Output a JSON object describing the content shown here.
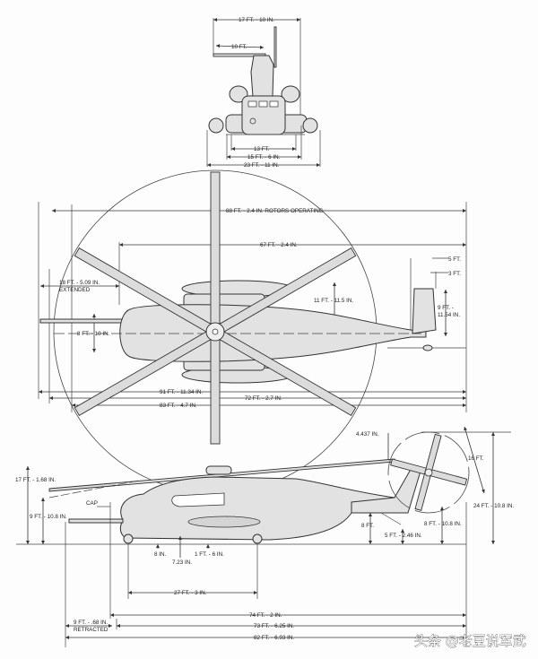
{
  "front_view": {
    "rotor_height": "17 FT. - 10 IN.",
    "mast_offset": "10 FT.",
    "track_inner": "13 FT.",
    "track_outer": "15 FT. - 6 IN.",
    "overall_width": "23 FT. - 11 IN."
  },
  "top_view": {
    "rotor_span": "88 FT. - 2.4 IN. ROTORS OPERATING",
    "rotor_to_tail": "67 FT. - 2.4 IN.",
    "probe_extended_1": "18 FT. - 5.09 IN.",
    "probe_extended_2": "EXTENDED",
    "fuselage_width": "8 FT. - 10 IN.",
    "sponson_width": "11 FT. - 11.5 IN.",
    "fin_offset_1": "5 FT.",
    "fin_offset_2": "3 FT.",
    "fin_span_1": "9 FT. -",
    "fin_span_2": "11.54 IN.",
    "overall_length_extended": "91 FT. - 11.34 IN.",
    "fuselage_length": "72 FT. - 2.7 IN.",
    "overall_length": "83 FT. - 4.7 IN."
  },
  "side_view": {
    "rotor_hub_height": "17 FT. - 1.68 IN.",
    "probe_height": "9 FT. - 10.8 IN.",
    "cap_label": "CAP",
    "ground_clearance_1": "8 IN.",
    "ground_clearance_2": "7.23 IN.",
    "ground_clearance_3": "1 FT. - 6 IN.",
    "wheelbase": "27 FT. - 3 IN.",
    "length_74": "74 FT. - 2 IN.",
    "length_73": "73 FT. - 6.25 IN.",
    "length_82": "82 FT. - 6.93 IN.",
    "probe_retracted_1": "9 FT. - .68 IN.",
    "probe_retracted_2": "RETRACTED",
    "tail_clearance": "4.437 IN.",
    "tail_rotor_diameter": "16 FT.",
    "overall_height": "24 FT. - 10.8 IN.",
    "tail_height": "8 FT.",
    "tail_skid": "5 FT. - 2.46 IN.",
    "tail_rotor_hub": "8 FT. - 10.8 IN."
  },
  "watermark": "头条 @老豆说军武"
}
